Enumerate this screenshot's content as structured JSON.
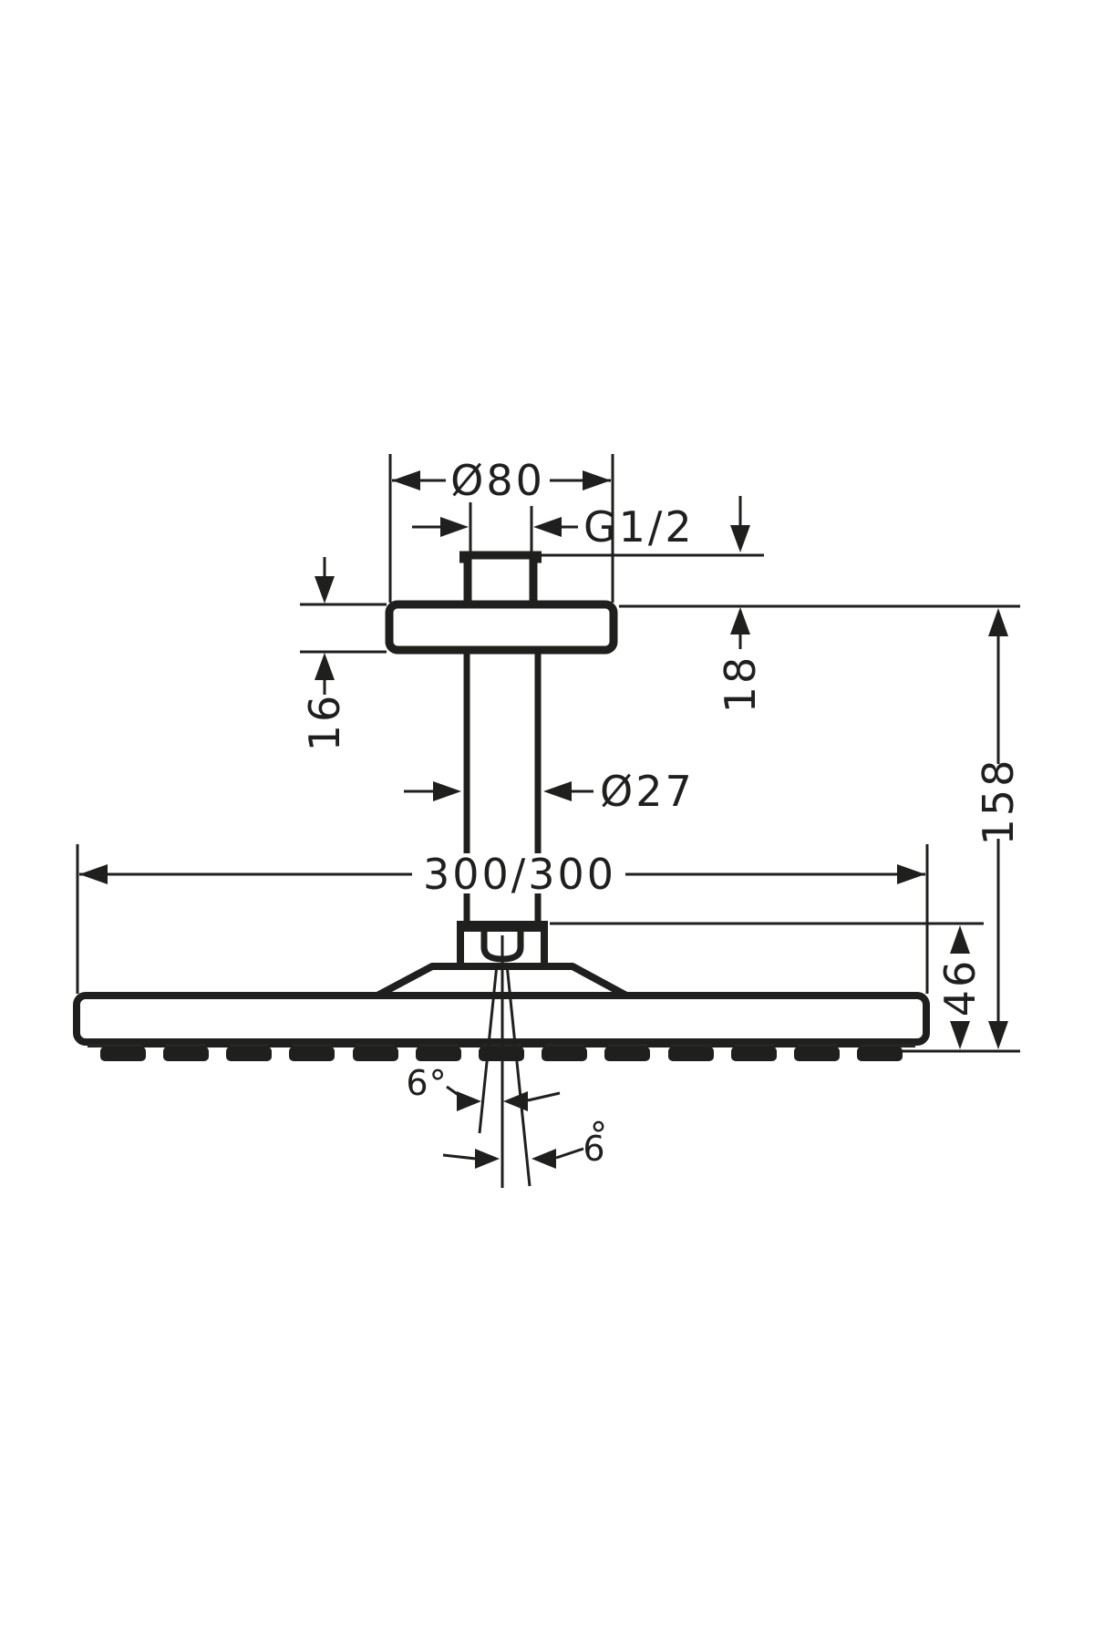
{
  "drawing": {
    "description": "Dimensional line drawing of a ceiling-mounted overhead shower with ceiling connector, flange, pipe and square shower head",
    "colors": {
      "background": "#ffffff",
      "line": "#1f1f1e"
    },
    "labels": {
      "flange_diameter": "Ø80",
      "thread_size": "G1/2",
      "connector_height": "18",
      "flange_thickness": "16",
      "pipe_diameter": "Ø27",
      "head_dimensions": "300/300",
      "overall_height": "158",
      "head_height": "46",
      "spray_angle_left": "6°",
      "spray_angle_right": "6",
      "spray_angle_right_degree": "°"
    }
  }
}
